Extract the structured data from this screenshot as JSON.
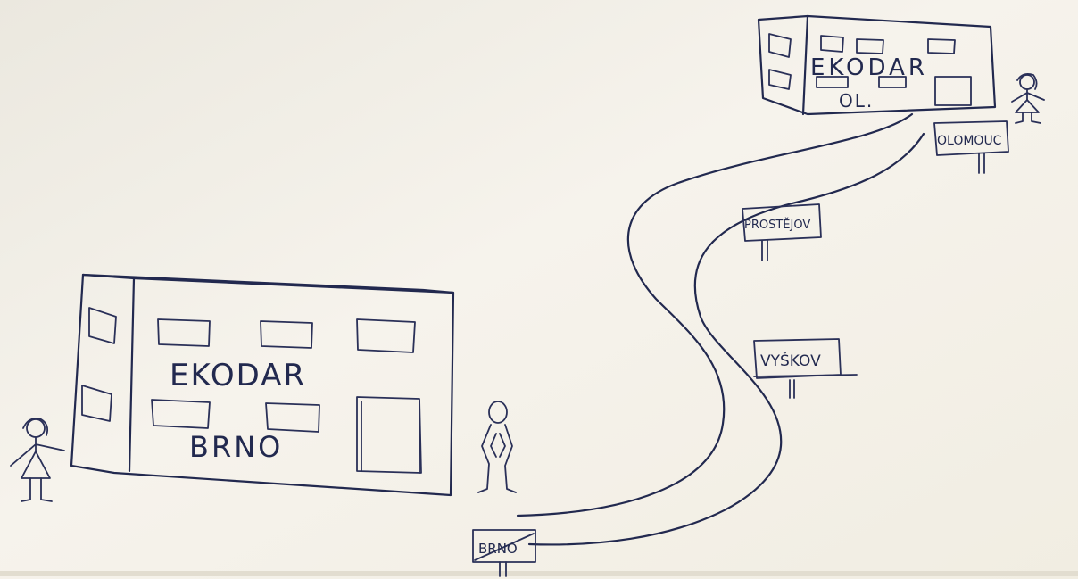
{
  "buildings": {
    "brno": {
      "line1": "EKODAR",
      "line2": "BRNO"
    },
    "olomouc": {
      "line1": "EKODAR",
      "line2": "OL."
    }
  },
  "signs": {
    "brno": "BRNO",
    "vyskov": "VYŠKOV",
    "prostejov": "PROSTĚJOV",
    "olomouc": "OLOMOUC"
  },
  "colors": {
    "ink": "#22294f",
    "paper": "#f3f0e8"
  }
}
